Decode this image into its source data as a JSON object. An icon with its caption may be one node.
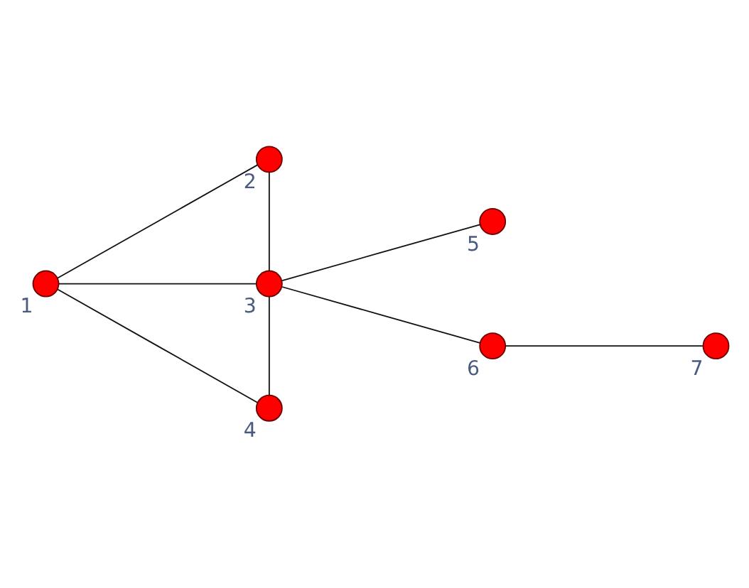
{
  "diagram": {
    "nodes": [
      {
        "text": [],
        "shape": "circle",
        "beside": [
          "1"
        ]
      },
      {
        "text": [],
        "shape": "circle",
        "beside": [
          "2"
        ]
      },
      {
        "text": [],
        "shape": "circle",
        "beside": [
          "3"
        ]
      },
      {
        "text": [],
        "shape": "circle",
        "beside": [
          "4"
        ]
      },
      {
        "text": [],
        "shape": "circle",
        "beside": [
          "5"
        ]
      },
      {
        "text": [],
        "shape": "circle",
        "beside": [
          "6"
        ]
      },
      {
        "text": [],
        "shape": "circle",
        "beside": [
          "7"
        ]
      }
    ],
    "edges": [
      {
        "from": 0,
        "to": 1,
        "arrow": "none"
      },
      {
        "from": 0,
        "to": 2,
        "arrow": "none"
      },
      {
        "from": 0,
        "to": 3,
        "arrow": "none"
      },
      {
        "from": 1,
        "to": 2,
        "arrow": "none"
      },
      {
        "from": 2,
        "to": 3,
        "arrow": "none"
      },
      {
        "from": 2,
        "to": 4,
        "arrow": "none"
      },
      {
        "from": 2,
        "to": 5,
        "arrow": "none"
      },
      {
        "from": 5,
        "to": 6,
        "arrow": "none"
      }
    ]
  }
}
